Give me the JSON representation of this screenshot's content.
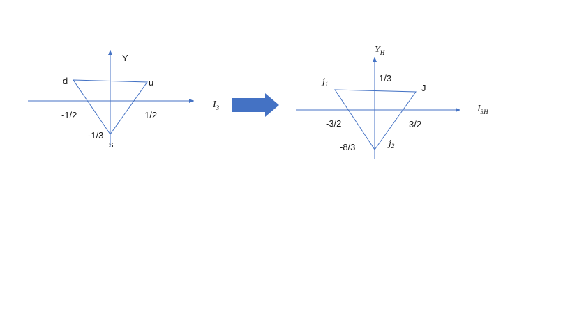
{
  "left_diagram": {
    "y_axis_label": "Y",
    "x_axis_label": "I",
    "x_axis_subscript": "3",
    "vertex_d": "d",
    "vertex_u": "u",
    "vertex_s": "s",
    "tick_neg_half": "-1/2",
    "tick_pos_half": "1/2",
    "tick_neg_third": "-1/3"
  },
  "right_diagram": {
    "y_axis_label": "Y",
    "y_axis_subscript": "H",
    "x_axis_label": "I",
    "x_axis_subscript": "3H",
    "vertex_j1": "j",
    "vertex_j1_subscript": "1",
    "vertex_J": "J",
    "vertex_j2": "j",
    "vertex_j2_subscript": "2",
    "tick_pos_third": "1/3",
    "tick_neg_three_halves": "-3/2",
    "tick_pos_three_halves": "3/2",
    "tick_neg_eight_thirds": "-8/3"
  },
  "colors": {
    "line": "#4472c4",
    "arrow_fill": "#4472c4",
    "text": "#1a1a1a"
  }
}
